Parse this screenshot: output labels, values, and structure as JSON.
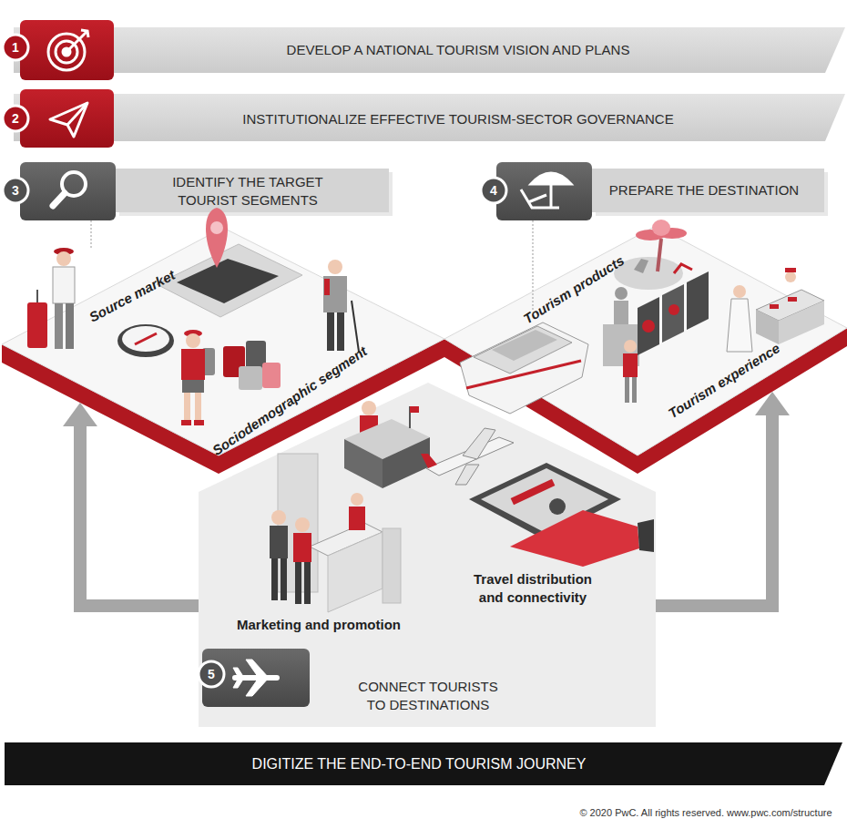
{
  "diagram": {
    "nodes": [
      {
        "text": [
          "DEVELOP A NATIONAL TOURISM VISION AND PLANS"
        ]
      },
      {
        "text": [
          "INSTITUTIONALIZE EFFECTIVE TOURISM-SECTOR GOVERNANCE"
        ]
      },
      {
        "text": [
          "IDENTIFY THE TARGET TOURIST SEGMENTS"
        ]
      },
      {
        "text": [
          "PREPARE THE DESTINATION"
        ]
      },
      {
        "text": [
          "Source market",
          "Sociodemographic segment"
        ]
      },
      {
        "text": [
          "Tourism products",
          "Tourism experience"
        ]
      },
      {
        "text": [
          "Marketing and promotion",
          "Travel distribution and connectivity"
        ]
      },
      {
        "text": [
          "CONNECT TOURISTS TO DESTINATIONS"
        ],
        "in": 6
      },
      {
        "text": [
          "DIGITIZE THE END-TO-END TOURISM JOURNEY"
        ]
      }
    ],
    "edges": [
      {
        "from": 6,
        "to": 4,
        "arrow": "to"
      },
      {
        "from": 6,
        "to": 5,
        "arrow": "to"
      }
    ],
    "labels": [
      "1",
      "2",
      "3",
      "4",
      "5",
      "© 2020 PwC. All rights reserved. www.pwc.com/structure"
    ]
  }
}
